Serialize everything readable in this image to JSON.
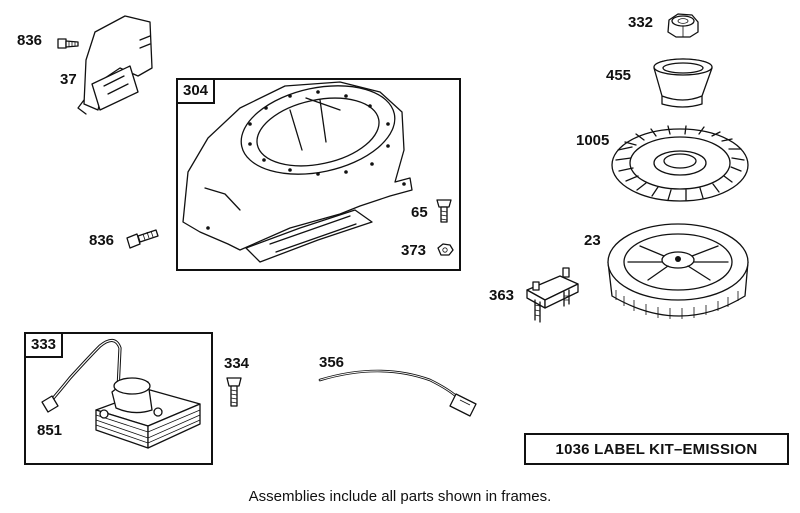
{
  "parts": {
    "p836_top": "836",
    "p37": "37",
    "p836_left": "836",
    "p304": "304",
    "p65": "65",
    "p373": "373",
    "p332": "332",
    "p455": "455",
    "p1005": "1005",
    "p23": "23",
    "p363": "363",
    "p333": "333",
    "p851": "851",
    "p334": "334",
    "p356": "356"
  },
  "kit_label": "1036 LABEL KIT–EMISSION",
  "footnote": "Assemblies include all parts shown in frames."
}
